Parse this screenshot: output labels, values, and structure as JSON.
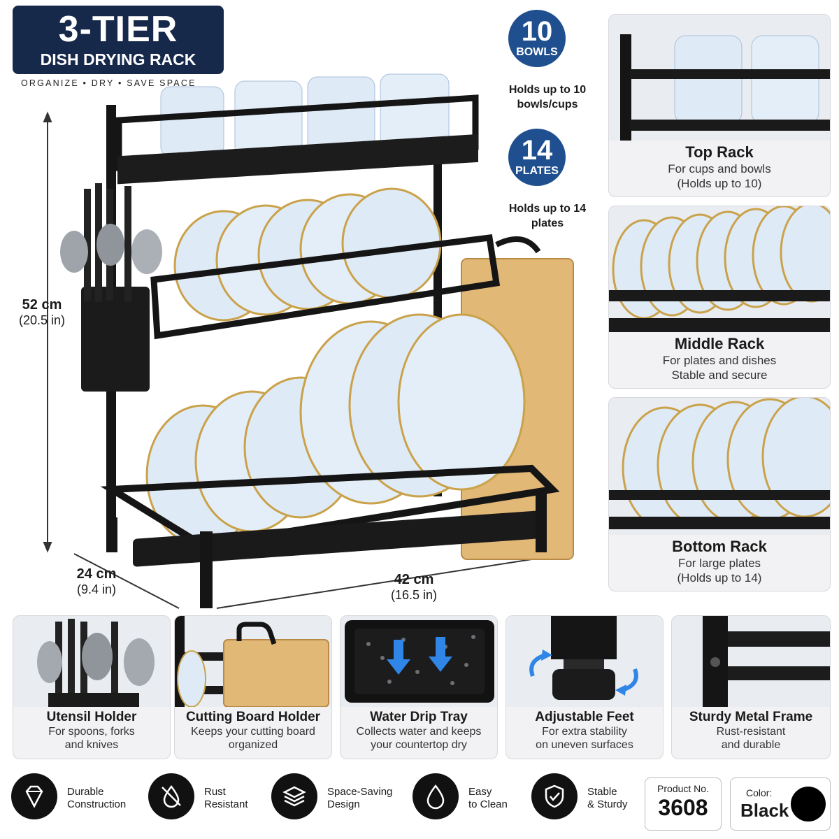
{
  "banner": {
    "title": "3-TIER",
    "subtitle": "DISH DRYING RACK",
    "tagline": "ORGANIZE  •  DRY  •  SAVE SPACE"
  },
  "badges": [
    {
      "number": "10",
      "unit": "BOWLS",
      "caption": "Holds up to 10 bowls/cups"
    },
    {
      "number": "14",
      "unit": "PLATES",
      "caption": "Holds up to 14 plates"
    }
  ],
  "dimensions": {
    "height": {
      "metric": "52 cm",
      "imperial": "(20.5 in)"
    },
    "depth": {
      "metric": "24 cm",
      "imperial": "(9.4 in)"
    },
    "width": {
      "metric": "42 cm",
      "imperial": "(16.5 in)"
    }
  },
  "racks": [
    {
      "title": "Top Rack",
      "line1": "For cups and bowls",
      "line2": "(Holds up to 10)"
    },
    {
      "title": "Middle Rack",
      "line1": "For plates and dishes",
      "line2": "Stable and secure"
    },
    {
      "title": "Bottom Rack",
      "line1": "For large plates",
      "line2": "(Holds up to 14)"
    }
  ],
  "features": [
    {
      "title": "Utensil Holder",
      "line1": "For spoons, forks",
      "line2": "and knives",
      "icon": "utensil-holder-photo"
    },
    {
      "title": "Cutting Board Holder",
      "line1": "Keeps your cutting board",
      "line2": "organized",
      "icon": "cutting-board-photo"
    },
    {
      "title": "Water Drip Tray",
      "line1": "Collects water and keeps",
      "line2": "your countertop dry",
      "icon": "drip-tray-photo"
    },
    {
      "title": "Adjustable Feet",
      "line1": "For extra stability",
      "line2": "on uneven surfaces",
      "icon": "adjustable-foot-photo"
    },
    {
      "title": "Sturdy Metal Frame",
      "line1": "Rust-resistant",
      "line2": "and durable",
      "icon": "metal-frame-photo"
    }
  ],
  "highlights": [
    {
      "line1": "Durable",
      "line2": "Construction",
      "icon": "diamond-icon"
    },
    {
      "line1": "Rust",
      "line2": "Resistant",
      "icon": "water-drop-slash-icon"
    },
    {
      "line1": "Space-Saving",
      "line2": "Design",
      "icon": "layers-icon"
    },
    {
      "line1": "Easy",
      "line2": "to Clean",
      "icon": "drop-icon"
    },
    {
      "line1": "Stable",
      "line2": "& Sturdy",
      "icon": "shield-check-icon"
    }
  ],
  "product": {
    "label": "Product No.",
    "number": "3608"
  },
  "color": {
    "label": "Color:",
    "value": "Black",
    "swatch": "#000000"
  },
  "colors": {
    "navy": "#16294a",
    "badge_blue": "#1f4f8e",
    "frame_black": "#111111",
    "plate_blue": "#dfeaf7",
    "gold_rim": "#c9a24a",
    "bamboo": "#e2b877"
  }
}
